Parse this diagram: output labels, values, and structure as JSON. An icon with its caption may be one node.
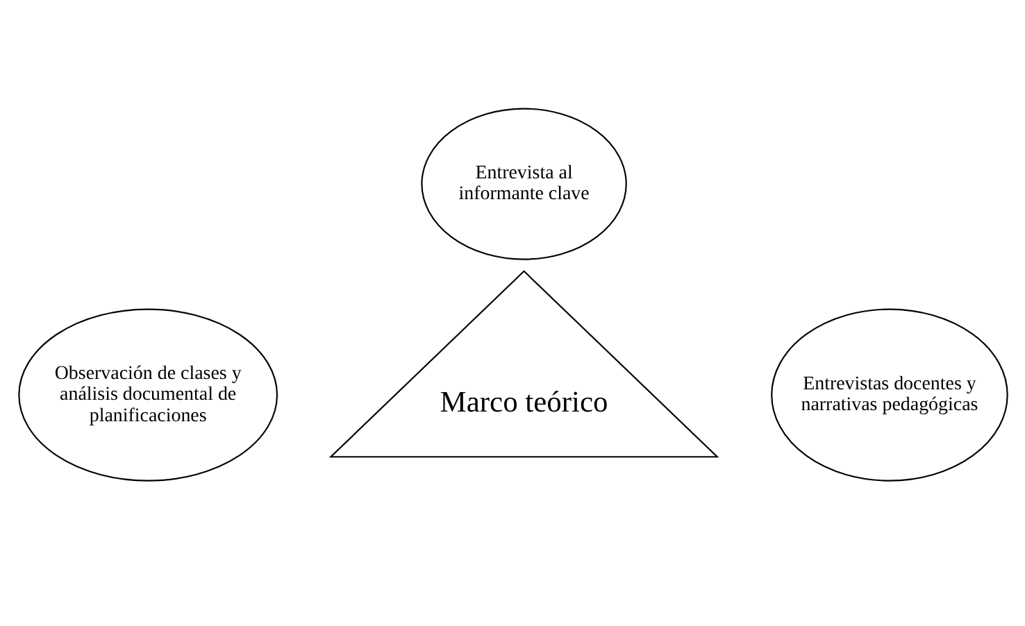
{
  "diagram": {
    "nodes": [
      {
        "text": [
          "Entrevista al informante clave"
        ]
      },
      {
        "text": [
          "Marco teórico"
        ]
      },
      {
        "text": [
          "Observación de clases y análisis documental de planificaciones"
        ]
      },
      {
        "text": [
          "Entrevistas docentes y narrativas pedagógicas"
        ]
      }
    ]
  }
}
